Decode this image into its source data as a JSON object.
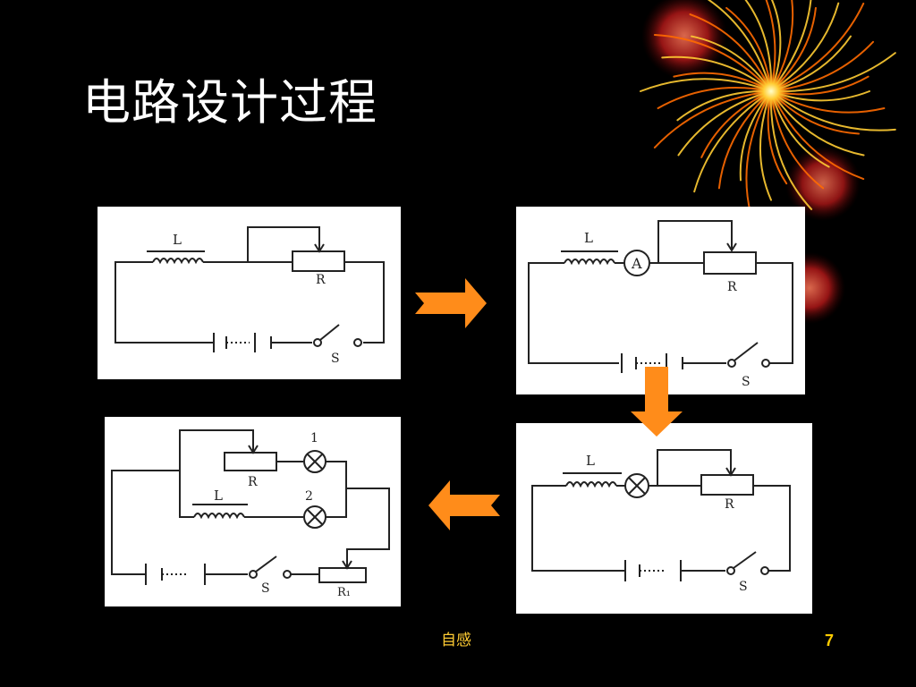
{
  "slide": {
    "title": "电路设计过程",
    "footer": "自感",
    "page_number": "7"
  },
  "circuits": {
    "c1": {
      "inductor": "L",
      "rheostat": "R",
      "switch": "S"
    },
    "c2": {
      "inductor": "L",
      "ammeter": "A",
      "rheostat": "R",
      "switch": "S"
    },
    "c3": {
      "inductor": "L",
      "rheostat": "R",
      "switch": "S"
    },
    "c4": {
      "rheostat_top": "R",
      "inductor": "L",
      "lamp_1": "1",
      "lamp_2": "2",
      "switch": "S",
      "rheostat_bottom": "R₁"
    }
  },
  "colors": {
    "background": "#000000",
    "title": "#ffffff",
    "footer": "#ffcc33",
    "arrow": "#ff8c1a",
    "wire": "#222222"
  }
}
